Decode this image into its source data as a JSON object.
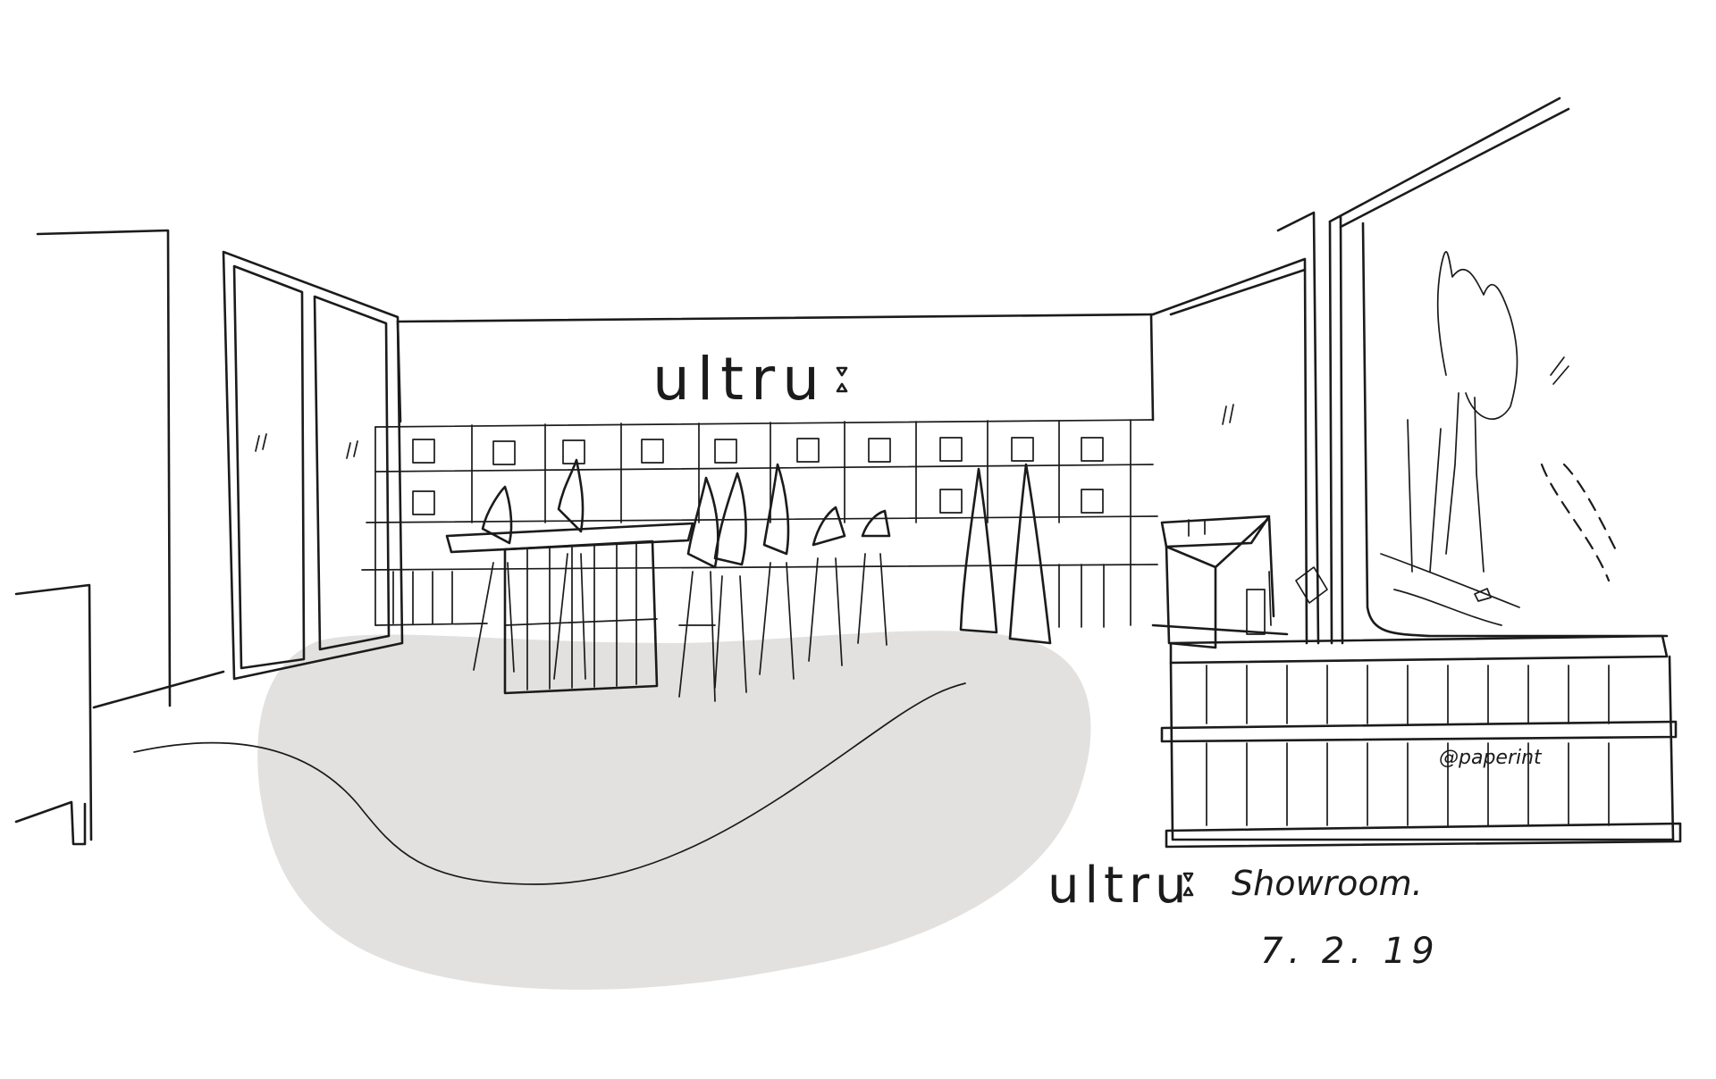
{
  "sketch": {
    "wall_logo": "ultru",
    "caption_logo": "ultru",
    "caption_word": "Showroom.",
    "date": "7. 2. 19",
    "signature": "@paperint",
    "colors": {
      "ink": "#1b1b1b",
      "rug": "#e3e1df",
      "paper": "#ffffff"
    }
  }
}
